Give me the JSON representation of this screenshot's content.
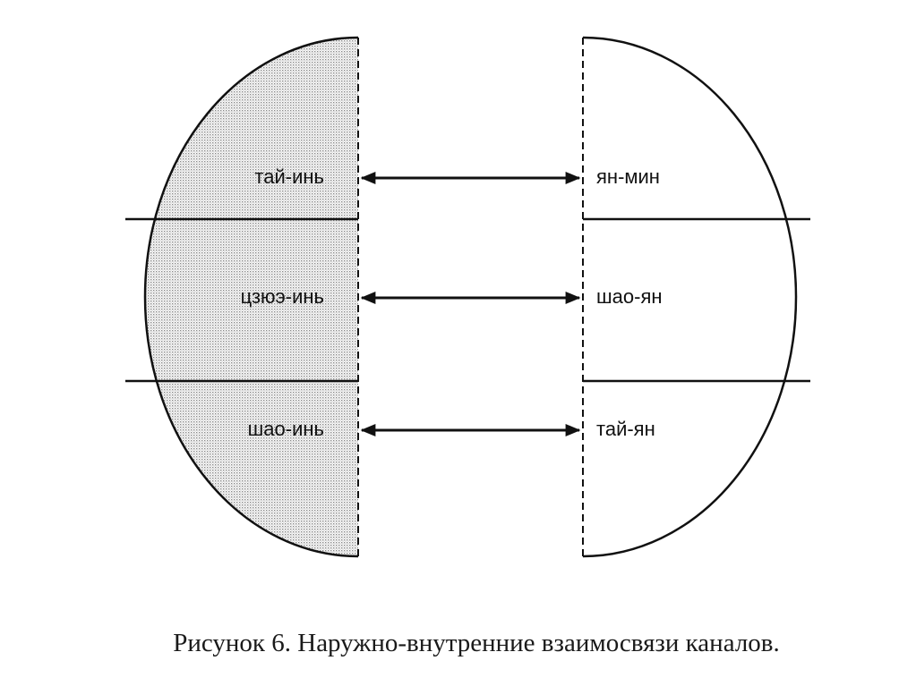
{
  "diagram": {
    "yin_channels": [
      "тай-инь",
      "цзюэ-инь",
      "шао-инь"
    ],
    "yang_channels": [
      "ян-мин",
      "шао-ян",
      "тай-ян"
    ],
    "connection": "bidirectional",
    "yin_fill": "dotted-gray",
    "yang_fill": "white"
  },
  "caption": "Рисунок 6. Наружно-внутренние взаимосвязи каналов."
}
